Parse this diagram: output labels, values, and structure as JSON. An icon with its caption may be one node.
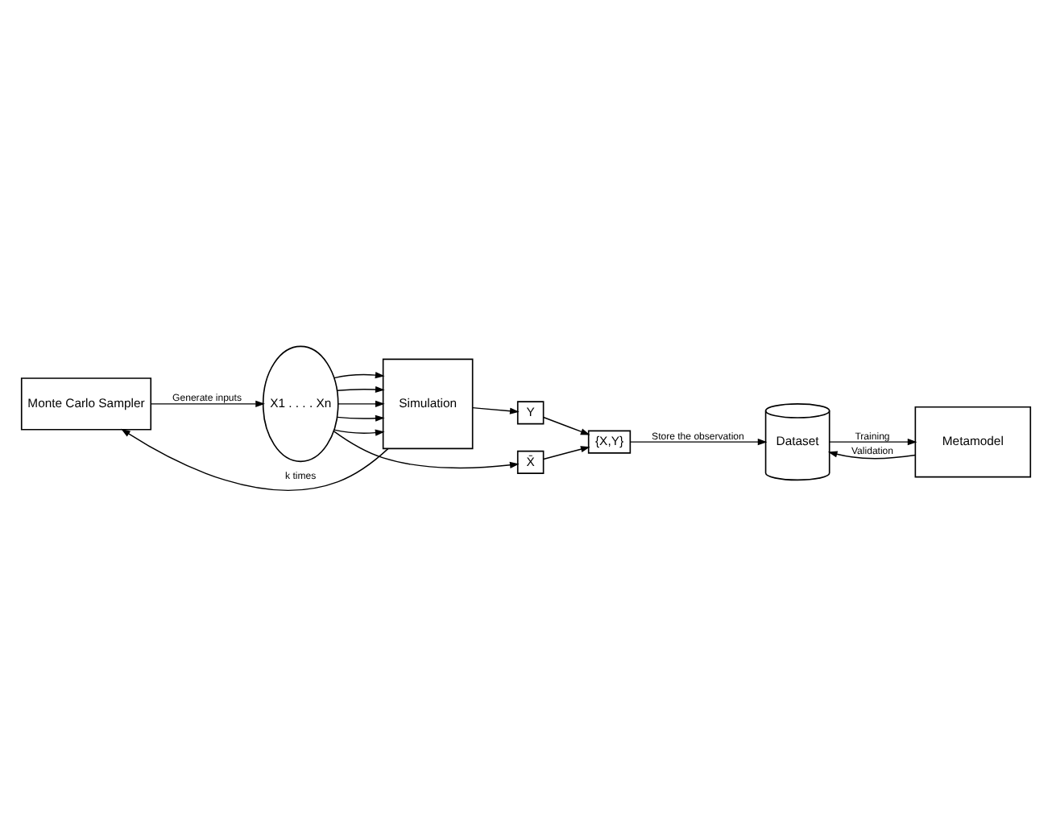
{
  "diagram": {
    "nodes": [
      {
        "text": [
          "Monte Carlo Sampler"
        ]
      },
      {
        "text": [
          "X1 . . . . Xn"
        ]
      },
      {
        "text": [
          "Simulation"
        ]
      },
      {
        "text": [
          "Y"
        ]
      },
      {
        "text": [
          "X̄"
        ]
      },
      {
        "text": [
          "{X,Y}"
        ]
      },
      {
        "text": [
          "Dataset"
        ]
      },
      {
        "text": [
          "Metamodel"
        ]
      }
    ],
    "edges": [
      {
        "from": 0,
        "to": 1,
        "arrow": "to",
        "label": "Generate inputs"
      },
      {
        "from": 1,
        "to": 2,
        "arrow": "to"
      },
      {
        "from": 1,
        "to": 2,
        "arrow": "to"
      },
      {
        "from": 1,
        "to": 2,
        "arrow": "to"
      },
      {
        "from": 1,
        "to": 2,
        "arrow": "to"
      },
      {
        "from": 1,
        "to": 2,
        "arrow": "to"
      },
      {
        "from": 2,
        "to": 0,
        "arrow": "to",
        "label": "k times"
      },
      {
        "from": 2,
        "to": 3,
        "arrow": "to"
      },
      {
        "from": 3,
        "to": 5,
        "arrow": "to"
      },
      {
        "from": 1,
        "to": 4,
        "arrow": "to"
      },
      {
        "from": 4,
        "to": 5,
        "arrow": "to"
      },
      {
        "from": 5,
        "to": 6,
        "arrow": "to",
        "label": "Store the observation"
      },
      {
        "from": 6,
        "to": 7,
        "arrow": "to",
        "label": "Training"
      },
      {
        "from": 7,
        "to": 6,
        "arrow": "to",
        "label": "Validation"
      }
    ]
  }
}
